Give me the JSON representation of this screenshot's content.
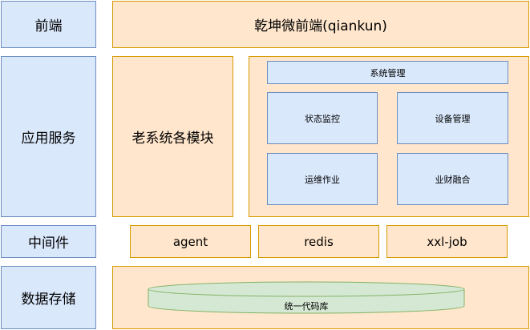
{
  "layers": {
    "frontend": "前端",
    "app_service": "应用服务",
    "middleware": "中间件",
    "data_storage": "数据存储"
  },
  "frontend": {
    "main": "乾坤微前端(qiankun)"
  },
  "app_service": {
    "legacy": "老系统各模块",
    "system_management": "系统管理",
    "modules": [
      "状态监控",
      "设备管理",
      "运维作业",
      "业财融合"
    ]
  },
  "middleware": {
    "items": [
      "agent",
      "redis",
      "xxl-job"
    ]
  },
  "storage": {
    "repo": "统一代码库"
  },
  "colors": {
    "layer_fill": "#dae8fc",
    "layer_stroke": "#6c8ebf",
    "content_fill": "#ffe6cc",
    "content_stroke": "#d79b00",
    "db_fill": "#d5e8d4",
    "db_stroke": "#82b366"
  }
}
